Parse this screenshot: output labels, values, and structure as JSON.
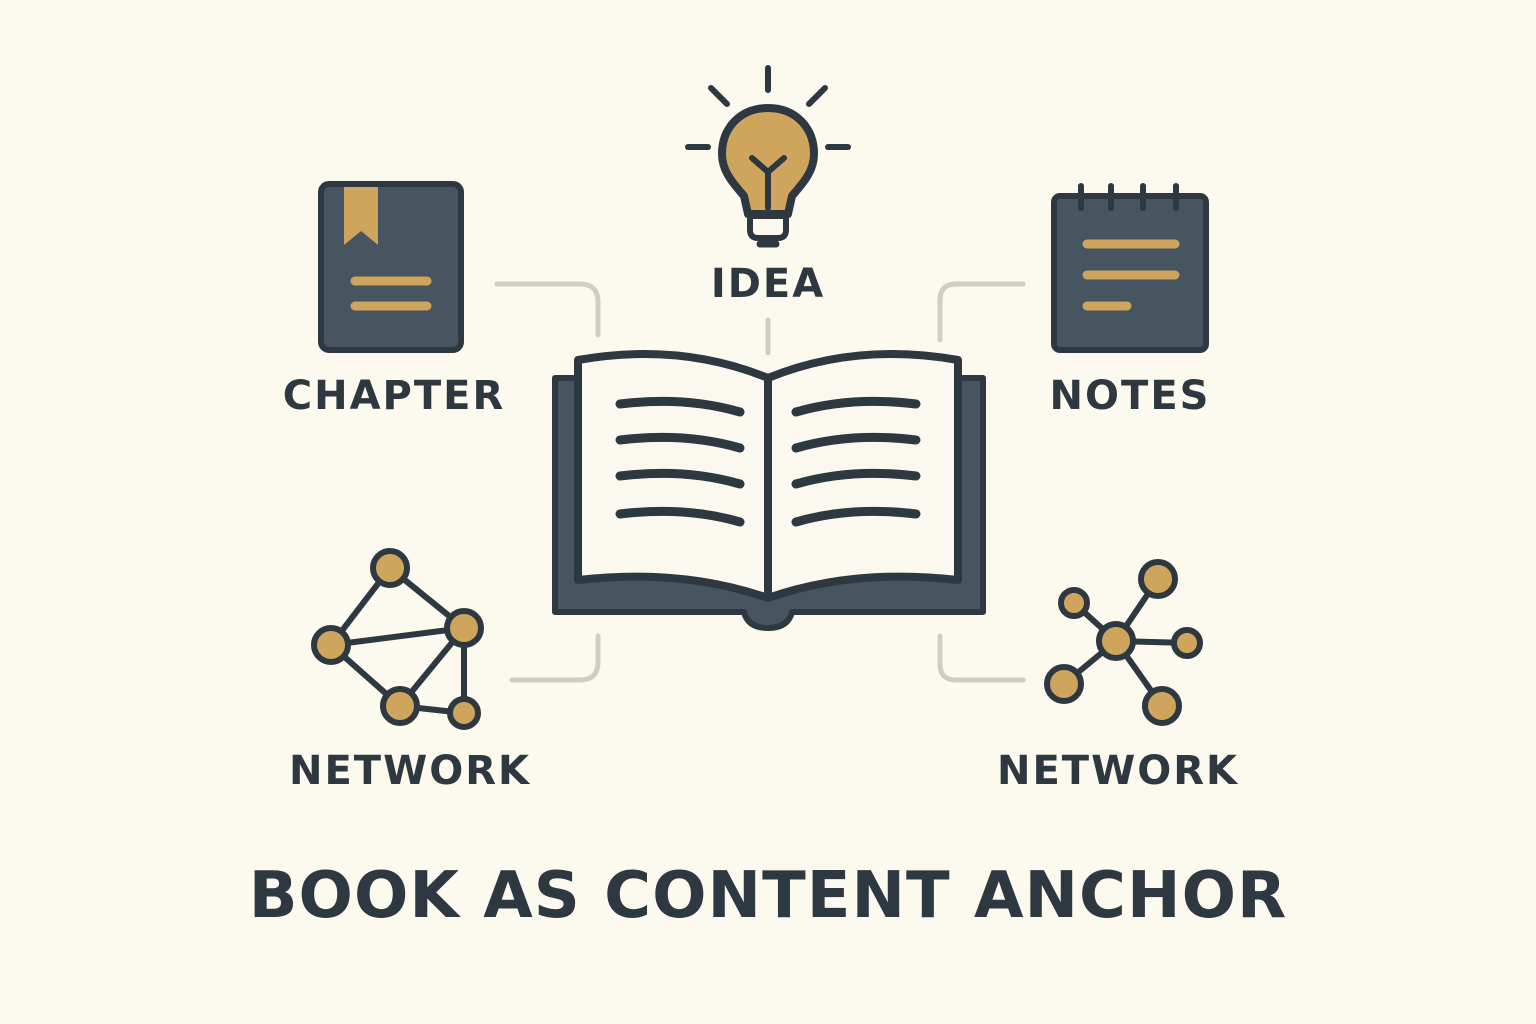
{
  "title": "BOOK AS CONTENT ANCHOR",
  "nodes": {
    "idea": {
      "label": "IDEA",
      "icon": "lightbulb-icon"
    },
    "chapter": {
      "label": "CHAPTER",
      "icon": "bookmarked-book-icon"
    },
    "notes": {
      "label": "NOTES",
      "icon": "notepad-icon"
    },
    "network_left": {
      "label": "NETWORK",
      "icon": "network-graph-icon"
    },
    "network_right": {
      "label": "NETWORK",
      "icon": "hub-network-icon"
    }
  },
  "center": {
    "icon": "open-book-icon"
  },
  "colors": {
    "background": "#fcf9ee",
    "dark": "#2e3840",
    "slate": "#465560",
    "accent": "#cfa55e",
    "connector": "#cfcdc4",
    "page": "#fbf8ef"
  }
}
